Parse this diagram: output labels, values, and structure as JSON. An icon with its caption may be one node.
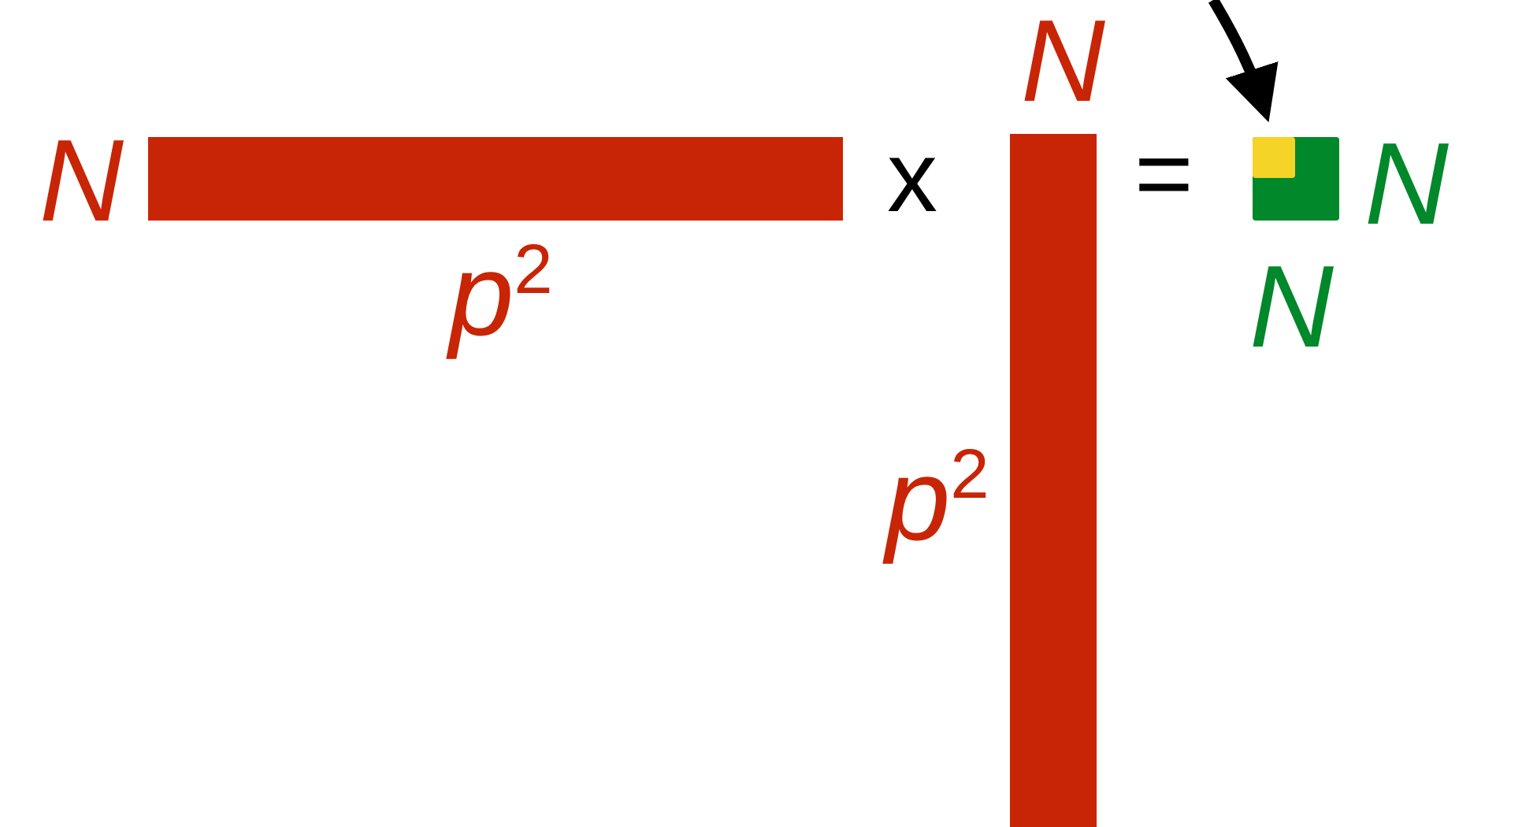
{
  "diagram": {
    "nodes": [
      {
        "text": [],
        "shape": "bar",
        "beside": [
          "N",
          "p$^{2}$"
        ]
      },
      {
        "text": [],
        "shape": "bar",
        "beside": [
          "N",
          "p$^{2}$"
        ]
      },
      {
        "text": [],
        "shape": "box",
        "beside": [
          "N",
          "N"
        ]
      },
      {
        "text": [],
        "shape": "box",
        "in": 2
      }
    ],
    "edges": [
      {
        "from": null,
        "to": 3,
        "arrow": "to"
      }
    ],
    "labels": [
      "x",
      "="
    ]
  }
}
